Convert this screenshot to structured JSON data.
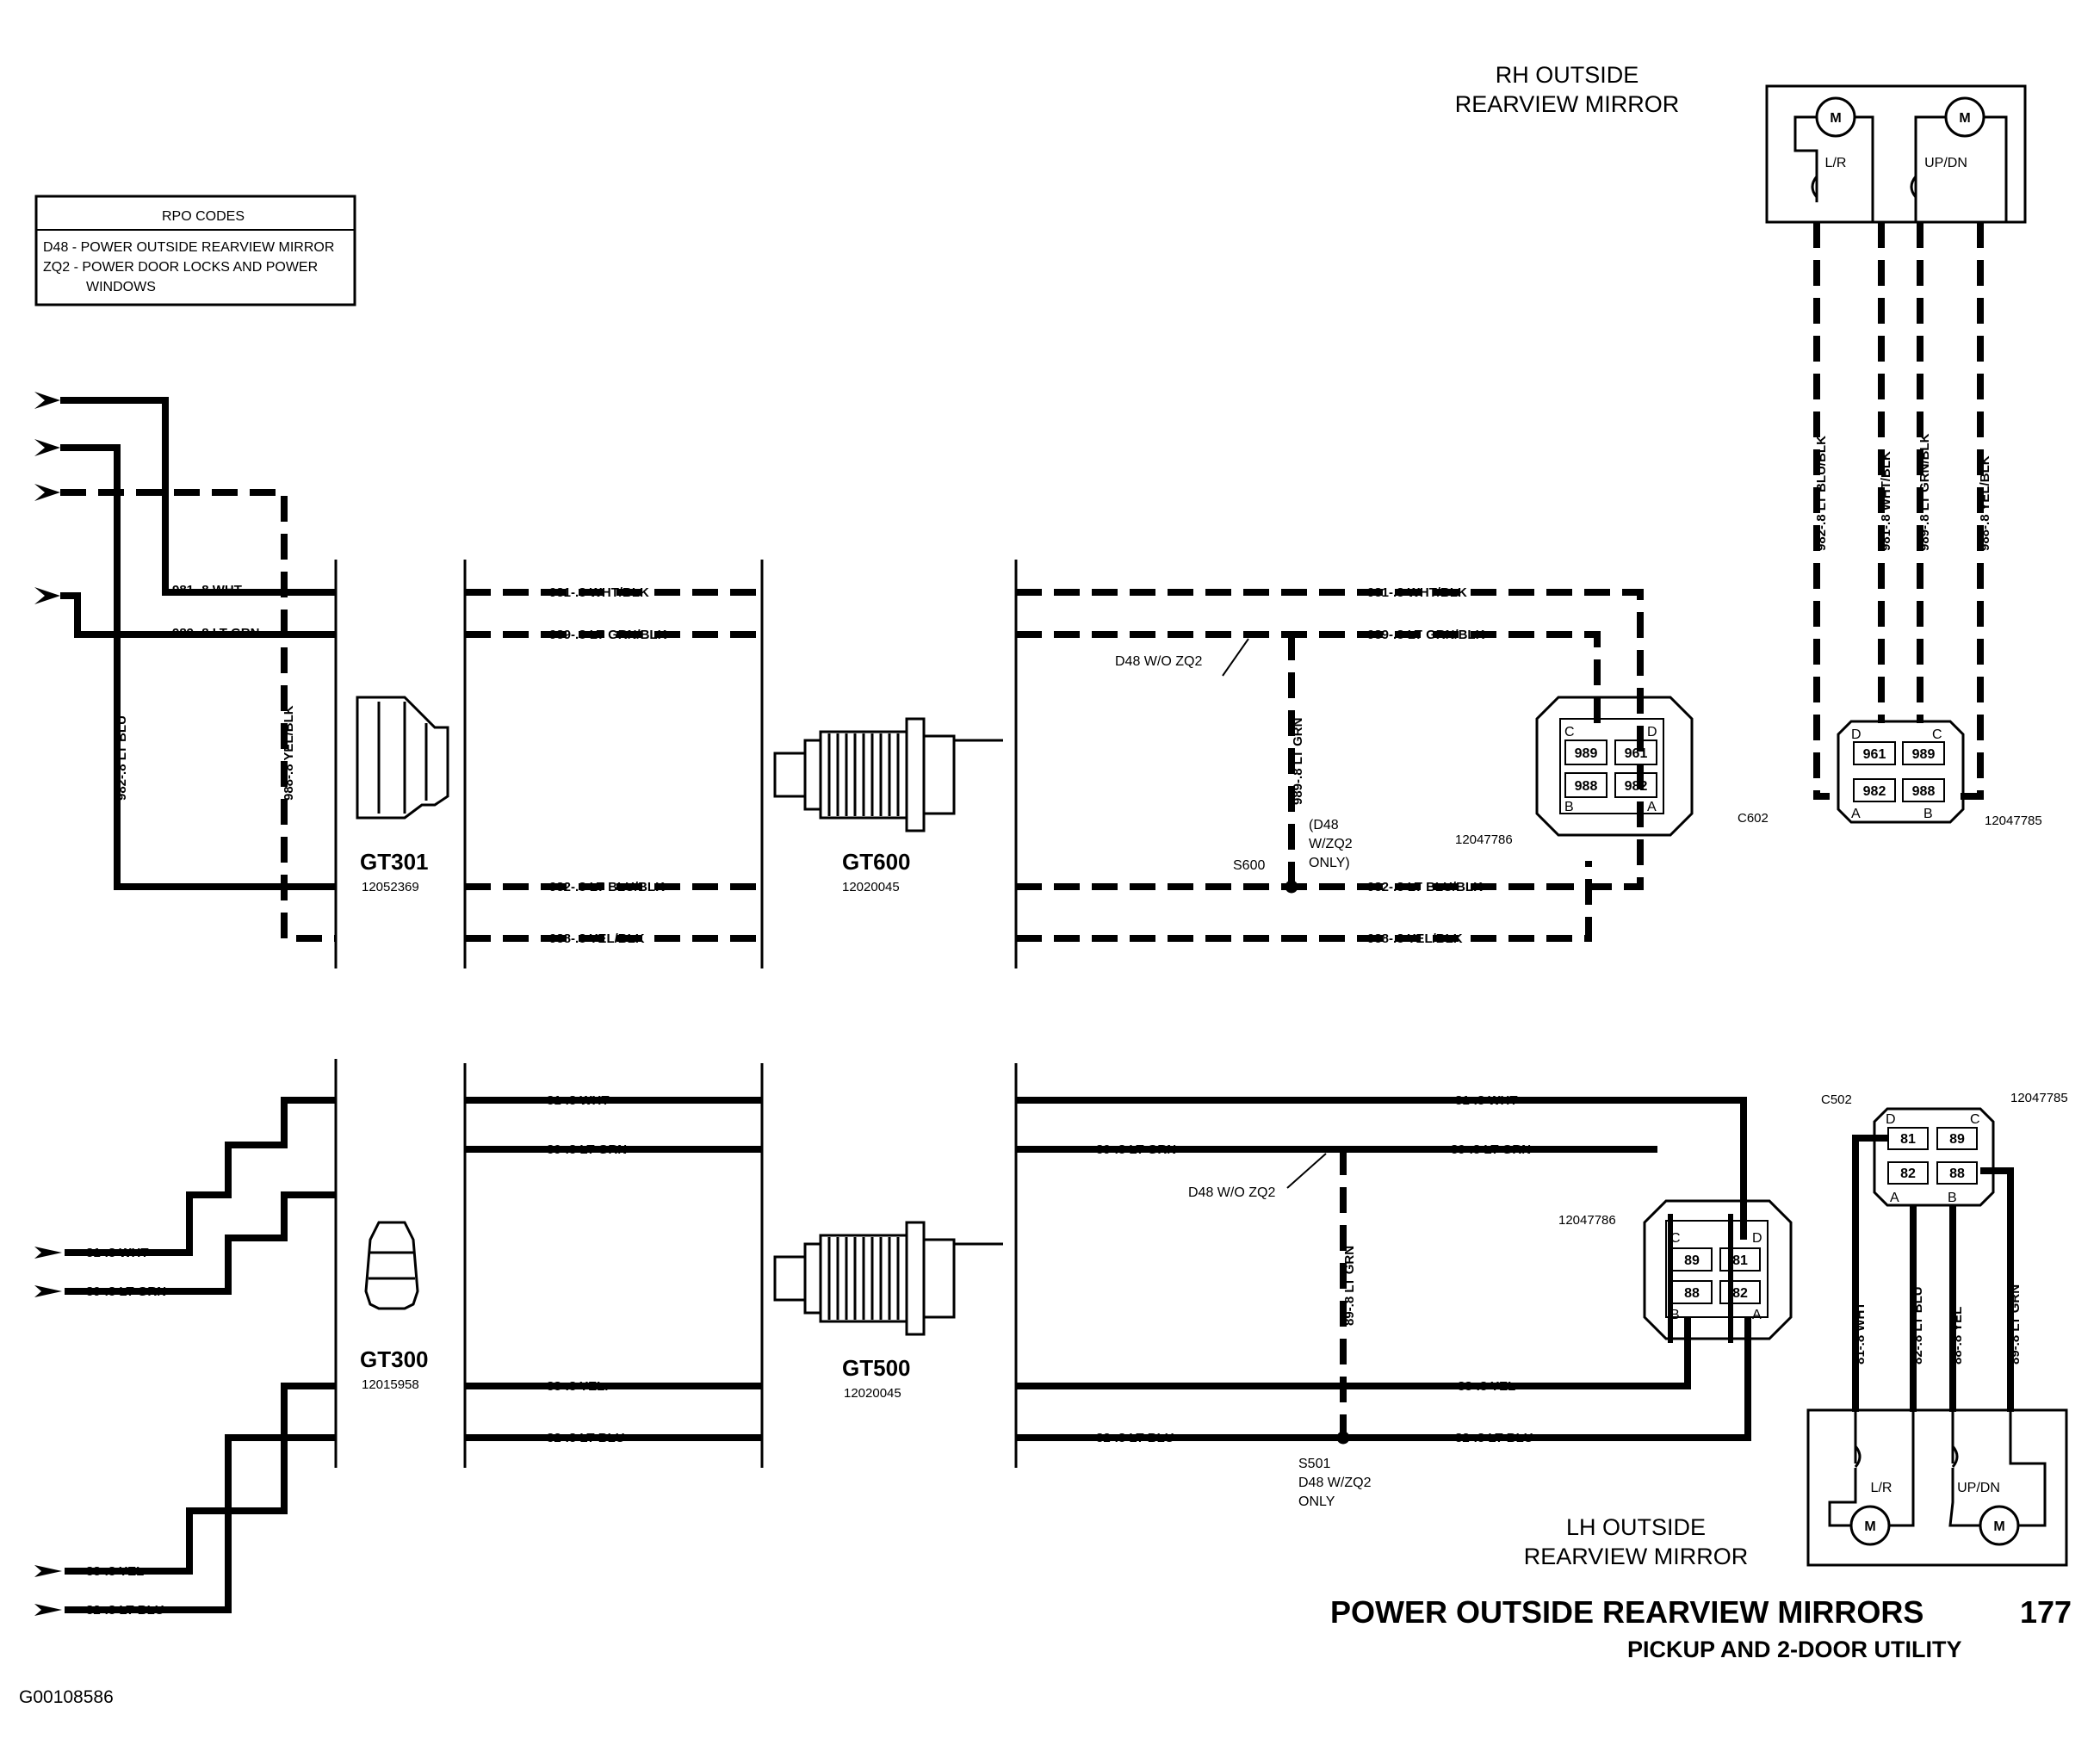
{
  "rpo": {
    "header": "RPO CODES",
    "line1": "D48 - POWER OUTSIDE REARVIEW MIRROR",
    "line2": "ZQ2 - POWER DOOR LOCKS AND POWER",
    "line3": "WINDOWS"
  },
  "title": {
    "main": "POWER OUTSIDE REARVIEW MIRRORS",
    "page": "177",
    "subtitle": "PICKUP AND 2-DOOR UTILITY"
  },
  "figure_id": "G00108586",
  "mirrors": {
    "rh": {
      "line1": "RH OUTSIDE",
      "line2": "REARVIEW MIRROR",
      "motor_lr": "L/R",
      "motor_ud": "UP/DN",
      "motor": "M"
    },
    "lh": {
      "line1": "LH OUTSIDE",
      "line2": "REARVIEW MIRROR",
      "motor_lr": "L/R",
      "motor_ud": "UP/DN",
      "motor": "M"
    }
  },
  "connectors": {
    "gt301": {
      "name": "GT301",
      "part": "12052369"
    },
    "gt600": {
      "name": "GT600",
      "part": "12020045"
    },
    "gt300": {
      "name": "GT300",
      "part": "12015958"
    },
    "gt500": {
      "name": "GT500",
      "part": "12020045"
    },
    "upper_sw": {
      "part": "12047786",
      "pin_c": "C",
      "pin_d": "D",
      "pin_b": "B",
      "pin_a": "A",
      "p1": "989",
      "p2": "961",
      "p3": "988",
      "p4": "982"
    },
    "lower_sw": {
      "part": "12047786",
      "pin_c": "C",
      "pin_d": "D",
      "pin_b": "B",
      "pin_a": "A",
      "p1": "89",
      "p2": "81",
      "p3": "88",
      "p4": "82"
    },
    "c602": {
      "name": "C602",
      "part": "12047785",
      "pin_d": "D",
      "pin_c": "C",
      "pin_a": "A",
      "pin_b": "B",
      "p1": "961",
      "p2": "989",
      "p3": "982",
      "p4": "988"
    },
    "c502": {
      "name": "C502",
      "part": "12047785",
      "pin_d": "D",
      "pin_c": "C",
      "pin_a": "A",
      "pin_b": "B",
      "p1": "81",
      "p2": "89",
      "p3": "82",
      "p4": "88"
    }
  },
  "splices": {
    "s600": {
      "name": "S600",
      "note1": "(D48",
      "note2": "W/ZQ2",
      "note3": "ONLY)",
      "opt": "D48 W/O ZQ2"
    },
    "s501": {
      "name": "S501",
      "note1": "D48 W/ZQ2",
      "note2": "ONLY",
      "opt": "D48 W/O ZQ2"
    }
  },
  "wires_upper": {
    "w981_left": "981-.8 WHT",
    "w989_left": "989-.8 LT GRN",
    "w982_vert": "982-.8 LT BLU",
    "w988_vert": "988-.8 YEL/BLK",
    "w981_mid": "981-.8 WHT/BLK",
    "w989_mid": "989-.8 LT GRN/BLK",
    "w982_mid": "982-.8 LT BLU/BLK",
    "w988_mid": "988-.8 YEL/BLK",
    "w981_right": "981-.8 WHT/BLK",
    "w989_right": "989-.8 LT GRN/BLK",
    "w982_right": "982-.8 LT BLU/BLK",
    "w988_right": "988-.8 YEL/BLK",
    "w989_splice": "989-.8 LT GRN"
  },
  "wires_rh": {
    "a": "982-.8 LT BLU/BLK",
    "b": "981-.8 WHT/BLK",
    "c": "989-.8 LT GRN/BLK",
    "d": "988-.8 YEL/BLK"
  },
  "wires_lower": {
    "w81_left": "81-.8 WHT",
    "w89_left": "89-.8 LT GRN",
    "w88_left": "88-.8 YEL",
    "w82_left": "82-.8 LT BLU",
    "w81_mid": "81-.8 WHT",
    "w89_mid": "89-.8 LT GRN",
    "w88_mid": "88-.8 YEL.",
    "w82_mid": "82-.8 LT BLU",
    "w81_right": "81-.8 WHT",
    "w89_right_a": "89-.8 LT GRN",
    "w89_right_b": "89-.8 LT GRN",
    "w88_right": "88-.8 YEL",
    "w82_right_a": "82-.8 LT BLU",
    "w82_right_b": "82-.8 LT BLU",
    "w89_splice": "89-.8 LT GRN"
  },
  "wires_lh": {
    "a": "81-.8 WHT",
    "b": "82-.8 LT BLU",
    "c": "88-.8 YEL",
    "d": "89-.8 LT GRN"
  }
}
